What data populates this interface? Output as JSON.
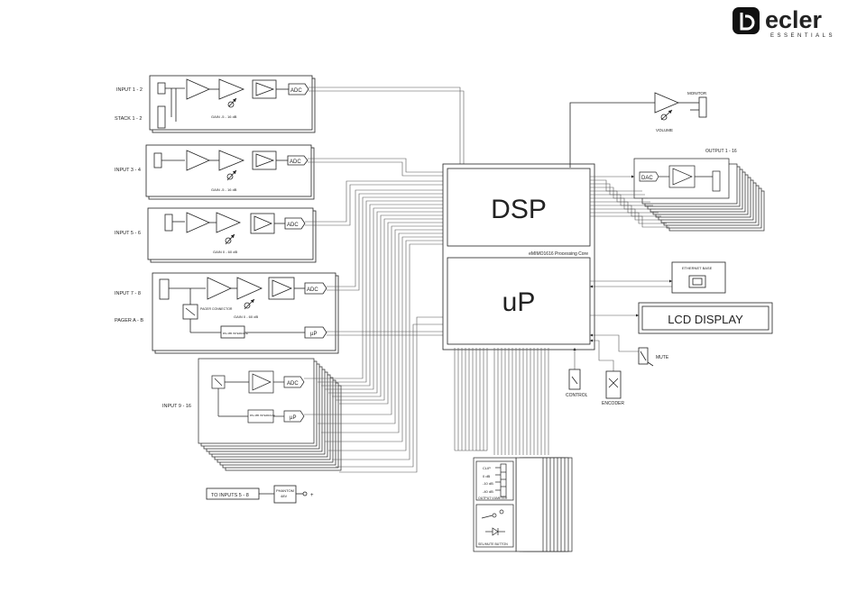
{
  "brand": {
    "name": "ecler",
    "tagline": "ESSENTIALS"
  },
  "inputs": {
    "input_1_2": "INPUT 1 - 2",
    "stack_1_2": "STACK 1 - 2",
    "input_3_4": "INPUT 3 - 4",
    "input_5_6": "INPUT 5 - 6",
    "input_7_8": "INPUT 7 - 8",
    "pager_a_b": "PAGER A - B",
    "input_9_16": "INPUT 9 - 16"
  },
  "blocks": {
    "adc": "ADC",
    "dac": "DAC",
    "up_small": "µP",
    "gain_1": "GAIN -5 - 16 dB",
    "gain_2": "GAIN -5 - 16 dB",
    "gain_3": "GAIN 0 - 60 dB",
    "gain_4": "GAIN 0 - 60 dB",
    "pager_connector": "PAGER CONNECTOR",
    "rs485_1": "RS-485 INTERFACE",
    "rs485_2": "RS-485 INTERFACE"
  },
  "core": {
    "dsp": "DSP",
    "up": "uP",
    "core_label": "eMIMO1616 Processing Core"
  },
  "outputs": {
    "monitor": "MONITOR",
    "volume": "VOLUME",
    "output_1_16": "OUTPUT 1 - 16",
    "ethernet": "ETHERNET BASE",
    "lcd": "LCD DISPLAY",
    "mute": "MUTE",
    "control": "CONTROL",
    "encoder": "ENCODER"
  },
  "meter": {
    "clip": "CLIP",
    "l1": "0 dB",
    "l2": "-10 dB",
    "l3": "-40 dB",
    "title": "OUTPUT VUMETER",
    "button": "SEL/MUTE BUTTON"
  },
  "phantom": {
    "to_inputs": "TO INPUTS 5 - 8",
    "phantom": "PHANTOM",
    "voltage": "48V",
    "plus": "+"
  }
}
